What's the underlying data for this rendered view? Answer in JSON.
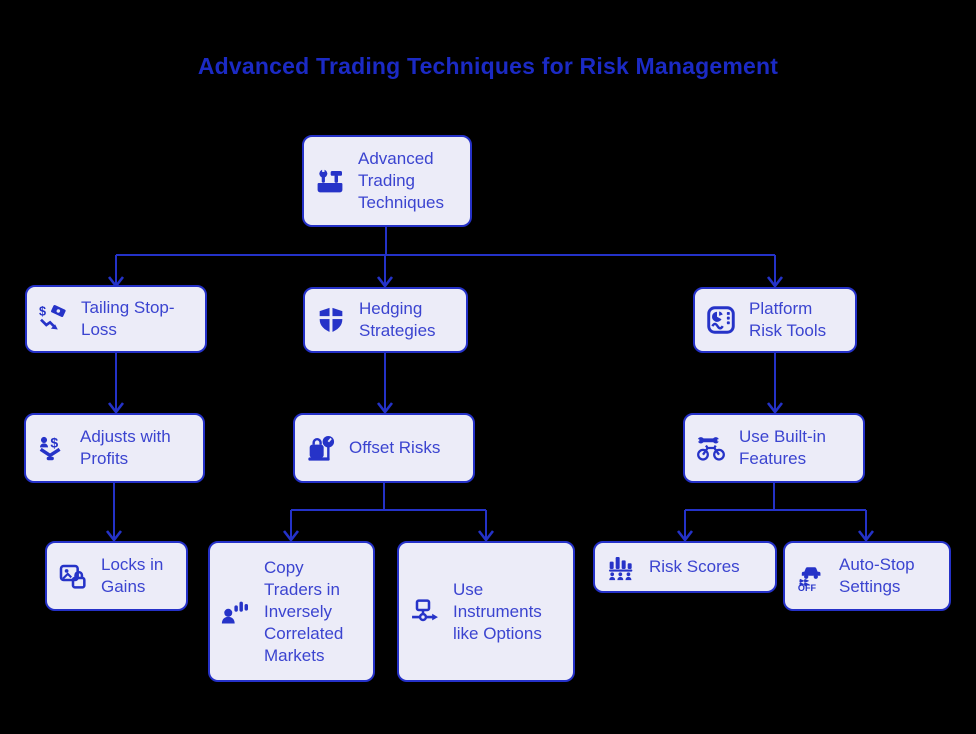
{
  "title": "Advanced Trading Techniques for Risk Management",
  "colors": {
    "background": "#000000",
    "node_fill": "#ECECF8",
    "node_border": "#2531C8",
    "node_text": "#3B44D0",
    "title_text": "#1B2AC4",
    "connector": "#2432C8"
  },
  "diagram": {
    "type": "flowchart-top-down",
    "nodes": {
      "root": {
        "label": "Advanced Trading Techniques",
        "icon": "tools-icon"
      },
      "tailing_stop_loss": {
        "label": "Tailing Stop-Loss",
        "icon": "money-decline-icon"
      },
      "hedging_strategies": {
        "label": "Hedging Strategies",
        "icon": "shield-icon"
      },
      "platform_risk_tools": {
        "label": "Platform Risk Tools",
        "icon": "dashboard-icon"
      },
      "adjusts_with_profits": {
        "label": "Adjusts with Profits",
        "icon": "balance-icon"
      },
      "offset_risks": {
        "label": "Offset Risks",
        "icon": "weighing-scale-icon"
      },
      "use_built_in_features": {
        "label": "Use Built-in Features",
        "icon": "bike-repair-icon"
      },
      "locks_in_gains": {
        "label": "Locks in Gains",
        "icon": "photo-lock-icon"
      },
      "copy_traders": {
        "label": "Copy Traders in Inversely Correlated Markets",
        "icon": "presenter-chart-icon"
      },
      "use_instruments": {
        "label": "Use Instruments like Options",
        "icon": "flowchart-arrow-icon"
      },
      "risk_scores": {
        "label": "Risk Scores",
        "icon": "bar-chart-people-icon"
      },
      "auto_stop_settings": {
        "label": "Auto-Stop Settings",
        "icon": "traction-off-icon"
      }
    },
    "edges": [
      [
        "root",
        "tailing_stop_loss"
      ],
      [
        "root",
        "hedging_strategies"
      ],
      [
        "root",
        "platform_risk_tools"
      ],
      [
        "tailing_stop_loss",
        "adjusts_with_profits"
      ],
      [
        "hedging_strategies",
        "offset_risks"
      ],
      [
        "platform_risk_tools",
        "use_built_in_features"
      ],
      [
        "adjusts_with_profits",
        "locks_in_gains"
      ],
      [
        "offset_risks",
        "copy_traders"
      ],
      [
        "offset_risks",
        "use_instruments"
      ],
      [
        "use_built_in_features",
        "risk_scores"
      ],
      [
        "use_built_in_features",
        "auto_stop_settings"
      ]
    ]
  }
}
